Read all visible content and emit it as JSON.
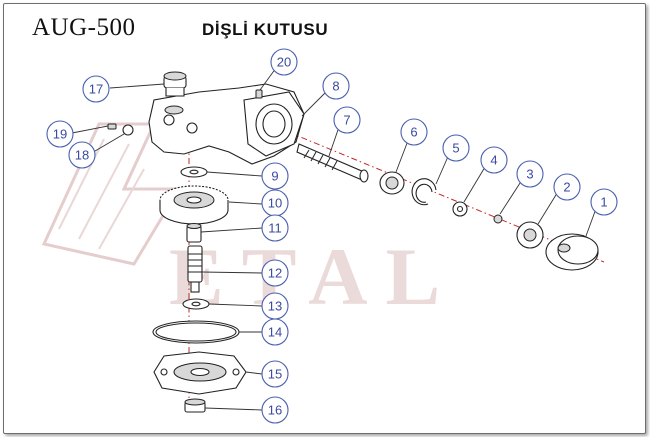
{
  "title": {
    "model": "AUG-500",
    "name": "DİŞLİ KUTUSU"
  },
  "watermark": {
    "text": "ETAL",
    "color": "#e9d6d6"
  },
  "colors": {
    "callout_stroke": "#4a5fb0",
    "callout_text": "#3a4aa0",
    "centerline": "#c62828"
  },
  "callouts": [
    "1",
    "2",
    "3",
    "4",
    "5",
    "6",
    "7",
    "8",
    "9",
    "10",
    "11",
    "12",
    "13",
    "14",
    "15",
    "16",
    "17",
    "18",
    "19",
    "20"
  ]
}
